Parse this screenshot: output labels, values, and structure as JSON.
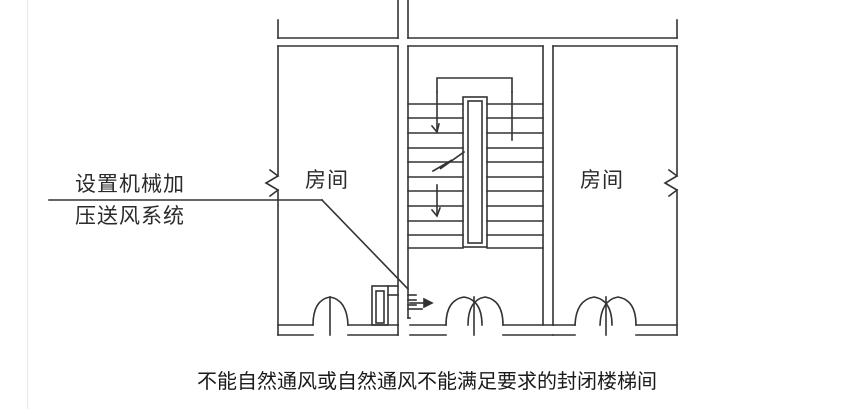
{
  "labels": {
    "room_left": "房间",
    "room_right": "房间",
    "callout_line1": "设置机械加",
    "callout_line2": "压送风系统"
  },
  "caption": "不能自然通风或自然通风不能满足要求的封闭楼梯间",
  "colors": {
    "line": "#333333",
    "background": "#ffffff"
  }
}
